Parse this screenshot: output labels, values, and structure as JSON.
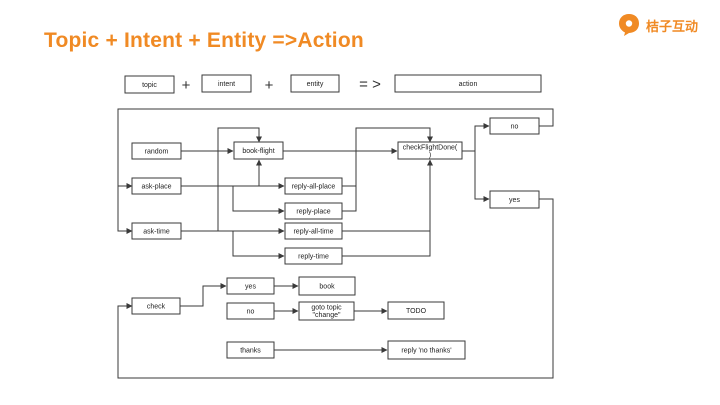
{
  "title": "Topic + Intent + Entity =>Action",
  "logo": {
    "text": "桔子互动",
    "icon": "chat-bubble-icon",
    "color": "#f08a24"
  },
  "formula": {
    "topic": "topic",
    "plus1": "+",
    "intent": "intent",
    "plus2": "+",
    "entity": "entity",
    "arrow": "= >",
    "action": "action"
  },
  "nodes": {
    "random": "random",
    "book_flight": "book-flight",
    "check_flight_done_1": "checkFlightDone(",
    "check_flight_done_2": ")",
    "no_top": "no",
    "yes_top": "yes",
    "ask_place": "ask-place",
    "reply_all_place": "reply-all-place",
    "reply_place": "reply-place",
    "ask_time": "ask-time",
    "reply_all_time": "reply-all-time",
    "reply_time": "reply-time",
    "check": "check",
    "yes_check": "yes",
    "book": "book",
    "no_check": "no",
    "goto_topic_1": "goto topic",
    "goto_topic_2": "\"change\"",
    "todo": "TODO",
    "thanks": "thanks",
    "reply_no_thanks": "reply 'no thanks'"
  }
}
